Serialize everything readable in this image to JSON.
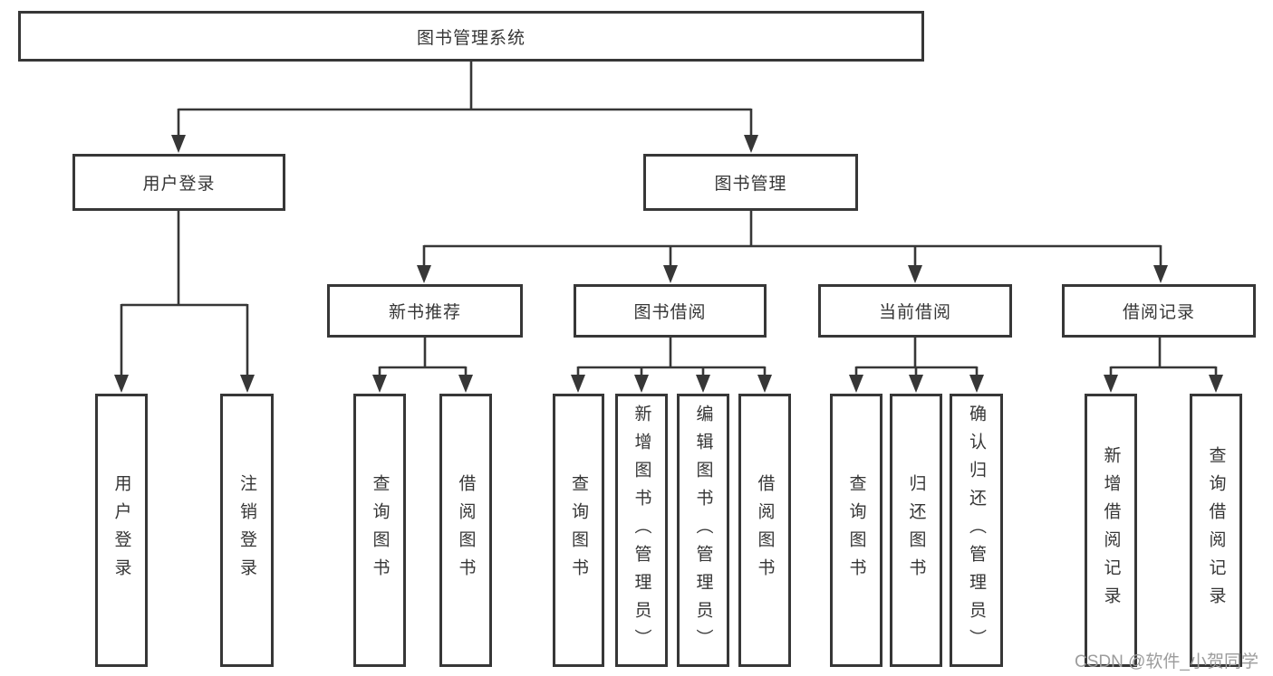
{
  "diagram_title": "图书管理系统",
  "nodes": {
    "root": {
      "label": "图书管理系统"
    },
    "level2": [
      {
        "label": "用户登录",
        "parent": "图书管理系统"
      },
      {
        "label": "图书管理",
        "parent": "图书管理系统"
      }
    ],
    "level3": [
      {
        "label": "新书推荐",
        "parent": "图书管理"
      },
      {
        "label": "图书借阅",
        "parent": "图书管理"
      },
      {
        "label": "当前借阅",
        "parent": "图书管理"
      },
      {
        "label": "借阅记录",
        "parent": "图书管理"
      }
    ],
    "leaves": [
      {
        "label": "用户登录",
        "parent": "用户登录"
      },
      {
        "label": "注销登录",
        "parent": "用户登录"
      },
      {
        "label": "查询图书",
        "parent": "新书推荐"
      },
      {
        "label": "借阅图书",
        "parent": "新书推荐"
      },
      {
        "label": "查询图书",
        "parent": "图书借阅"
      },
      {
        "label": "新增图书（管理员）",
        "parent": "图书借阅"
      },
      {
        "label": "编辑图书（管理员）",
        "parent": "图书借阅"
      },
      {
        "label": "借阅图书",
        "parent": "图书借阅"
      },
      {
        "label": "查询图书",
        "parent": "当前借阅"
      },
      {
        "label": "归还图书",
        "parent": "当前借阅"
      },
      {
        "label": "确认归还（管理员）",
        "parent": "当前借阅"
      },
      {
        "label": "新增借阅记录",
        "parent": "借阅记录"
      },
      {
        "label": "查询借阅记录",
        "parent": "借阅记录"
      }
    ]
  },
  "watermark": {
    "text": "CSDN @软件_小贺同学"
  },
  "colors": {
    "line": "#373737",
    "box_border": "#373737",
    "text": "#363636",
    "watermark": "#9c9c9c",
    "background": "#ffffff"
  }
}
